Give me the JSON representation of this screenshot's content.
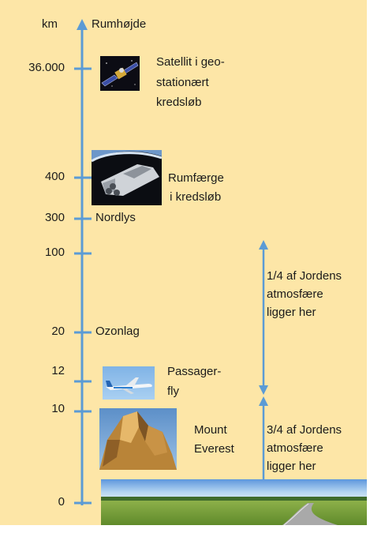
{
  "axis": {
    "unit": "km",
    "title": "Rumhøjde",
    "ticks": [
      "36.000",
      "400",
      "300",
      "100",
      "20",
      "12",
      "10",
      "0"
    ]
  },
  "layers": {
    "aurora": "Nordlys",
    "ozone": "Ozonlag"
  },
  "objects": {
    "satellite": [
      "Satellit i geo-",
      "stationært",
      "kredsløb"
    ],
    "shuttle": [
      "Rumfærge",
      " i kredsløb"
    ],
    "airplane": [
      "Passager-",
      "fly"
    ],
    "everest": [
      "Mount",
      "Everest"
    ]
  },
  "brackets": {
    "upper": [
      "1/4 af Jordens",
      "atmosfære",
      "ligger her"
    ],
    "lower": [
      "3/4 af Jordens",
      "atmosfære",
      "ligger her"
    ]
  },
  "colors": {
    "panel": "#fde6a7",
    "axis": "#5b9bd5",
    "text": "#1b1b1b",
    "sky": "#6fa6e0",
    "grass": "#7fa43c"
  },
  "icons": [
    "satellite-image",
    "space-shuttle-image",
    "airplane-image",
    "mountain-image",
    "landscape-image"
  ]
}
